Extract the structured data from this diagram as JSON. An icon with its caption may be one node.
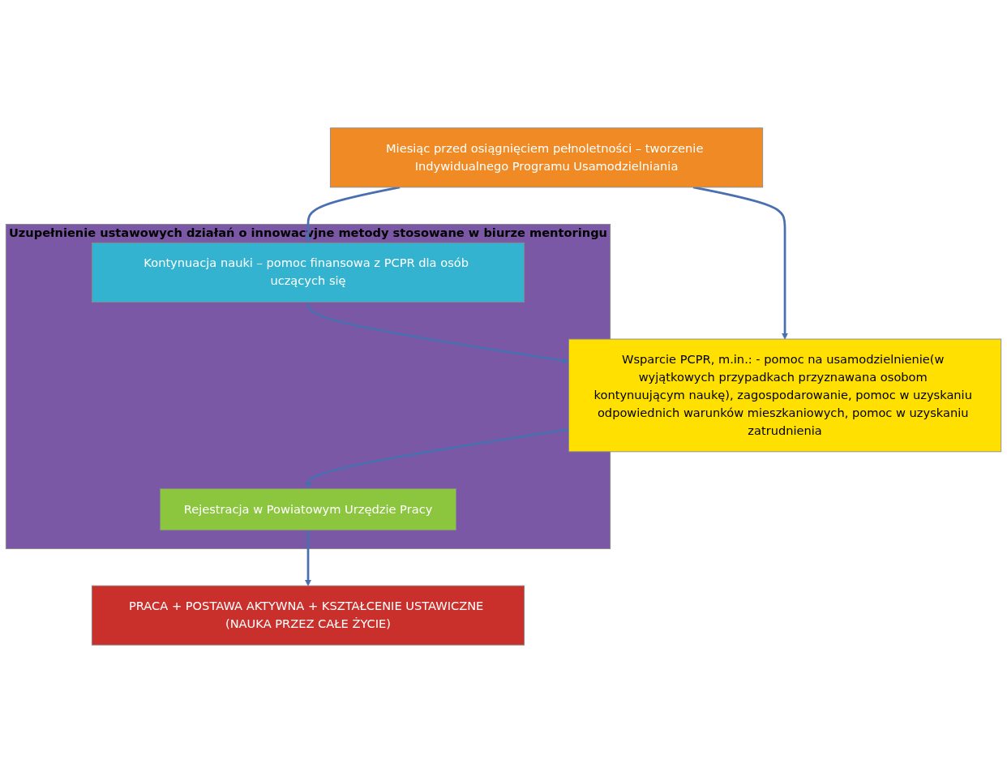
{
  "diagram": {
    "nodes": [
      {
        "text": [
          "Miesiąc przed osiągnięciem pełnoletności – tworzenie Indywidualnego Programu Usamodzielniania"
        ]
      },
      {
        "text": [
          "Uzupełnienie ustawowych działań o innowacyjne metody stosowane w biurze mentoringu"
        ]
      },
      {
        "text": [
          "Kontynuacja nauki – pomoc finansowa z PCPR dla osób uczących się"
        ],
        "in": 1
      },
      {
        "text": [
          "Wsparcie PCPR, m.in.: - pomoc na usamodzielnienie(w wyjątkowych przypadkach przyznawana osobom kontynuującym naukę), zagospodarowanie, pomoc w uzyskaniu odpowiednich warunków mieszkaniowych, pomoc w uzyskaniu zatrudnienia"
        ]
      },
      {
        "text": [
          "Rejestracja w Powiatowym Urzędzie Pracy"
        ],
        "in": 1
      },
      {
        "text": [
          "PRACA + POSTAWA AKTYWNA + KSZTAŁCENIE USTAWICZNE (NAUKA PRZEZ CAŁE ŻYCIE)"
        ]
      }
    ],
    "edges": [
      {
        "from": 0,
        "to": 2,
        "arrow": "to"
      },
      {
        "from": 0,
        "to": 3,
        "arrow": "to"
      },
      {
        "from": 2,
        "to": 3,
        "arrow": "to"
      },
      {
        "from": 3,
        "to": 4,
        "arrow": "to"
      },
      {
        "from": 4,
        "to": 5,
        "arrow": "to"
      }
    ]
  }
}
